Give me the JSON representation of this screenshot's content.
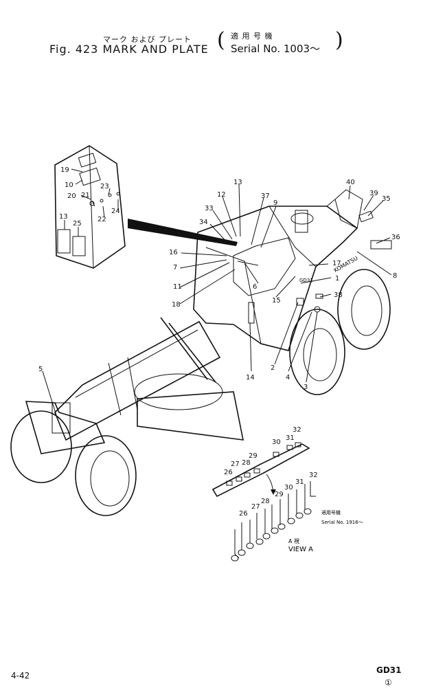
{
  "header": {
    "jp_title": "マーク および プレート",
    "jp_applicability": "適 用 号 機",
    "figure_title": "Fig. 423  MARK  AND  PLATE",
    "serial": "Serial No. 1003～"
  },
  "diagram": {
    "view_label_jp": "A  視",
    "view_label": "VIEW A",
    "note_jp": "適用号機",
    "note_serial": "Serial No. 1916～",
    "plate_text_1": "KOMATSU",
    "plate_text_2": "GD31"
  },
  "callouts": [
    "1",
    "2",
    "3",
    "4",
    "5",
    "6",
    "7",
    "8",
    "9",
    "10",
    "11",
    "12",
    "13",
    "14",
    "15",
    "16",
    "17",
    "18",
    "19",
    "20",
    "21",
    "22",
    "23",
    "24",
    "25",
    "26",
    "27",
    "28",
    "29",
    "30",
    "31",
    "32",
    "33",
    "34",
    "35",
    "36",
    "37",
    "38",
    "39",
    "40"
  ],
  "footer": {
    "page_number": "4-42",
    "model": "GD31",
    "model_mark": "①"
  }
}
